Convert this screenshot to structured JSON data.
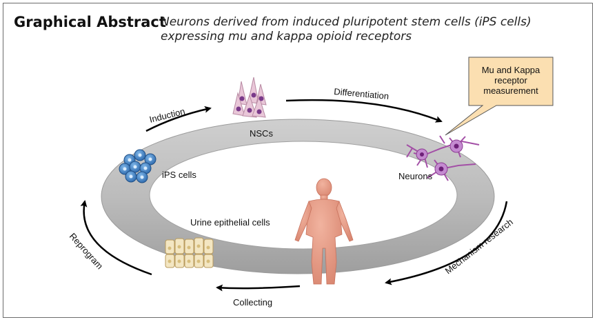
{
  "header": {
    "title": "Graphical Abstract",
    "subtitle": "Neurons derived from induced pluripotent stem cells (iPS cells) expressing mu and kappa opioid receptors"
  },
  "callout": {
    "line1": "Mu and Kappa",
    "line2": "receptor",
    "line3": "measurement"
  },
  "labels": {
    "nscs": "NSCs",
    "ips_cells": "iPS cells",
    "neurons": "Neurons",
    "urine_cells": "Urine epithelial cells"
  },
  "arrows": {
    "induction": "Induction",
    "differentiation": "Differentiation",
    "mechanism": "Mechanism research",
    "collecting": "Collecting",
    "reprogram": "Reprogram"
  },
  "colors": {
    "ring_outer": "#a9a9a9",
    "ring_inner": "#d8d8d8",
    "ips_cell": "#3f7fc0",
    "nsc": "#e9c7d8",
    "nsc_nucleus": "#7a3a8a",
    "neuron": "#a34fa6",
    "body": "#e8a08a",
    "urine_cell": "#f3e6c2",
    "callout_fill": "#fbdfb1"
  }
}
